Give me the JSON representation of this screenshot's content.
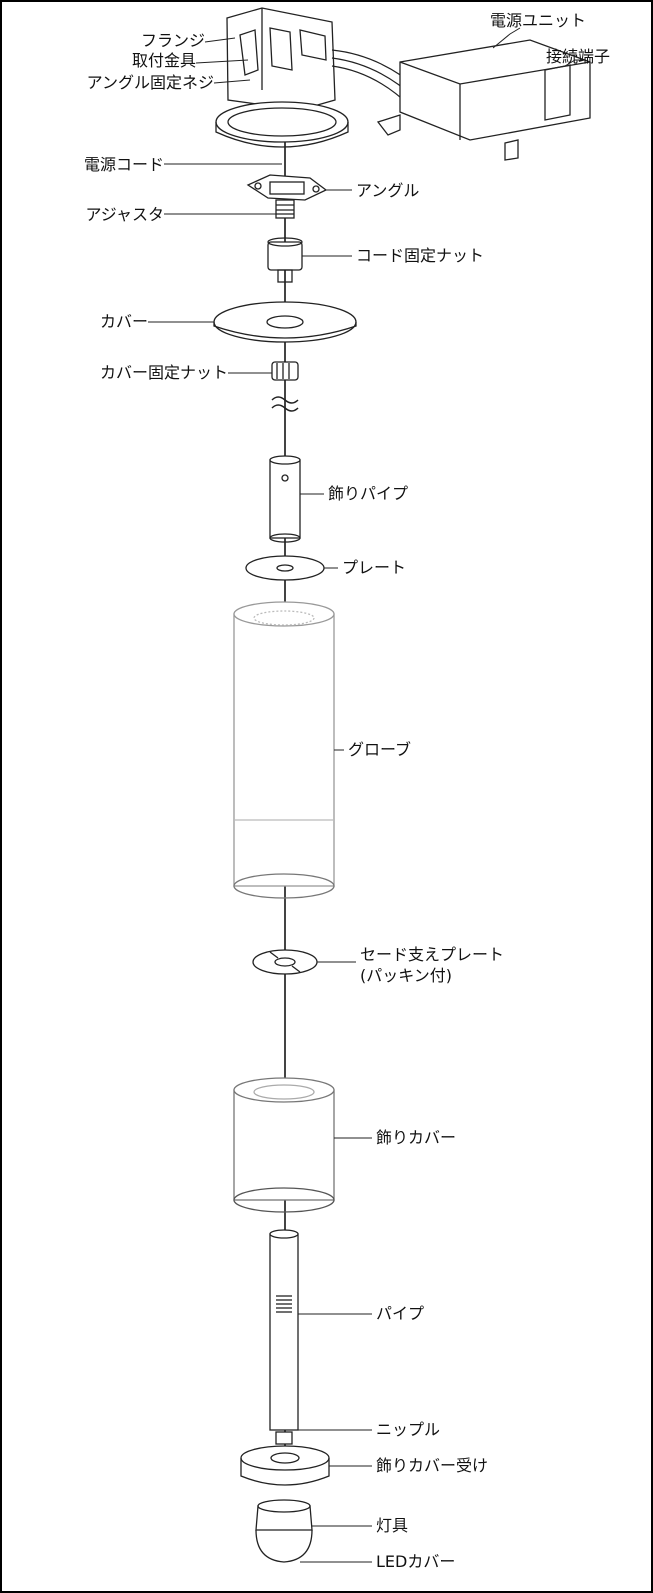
{
  "labels": {
    "flange": "フランジ",
    "bracket": "取付金具",
    "angle_screw": "アングル固定ネジ",
    "power_unit": "電源ユニット",
    "terminal": "接続端子",
    "power_cord": "電源コード",
    "angle": "アングル",
    "adjuster": "アジャスタ",
    "cord_nut": "コード固定ナット",
    "cover": "カバー",
    "cover_nut": "カバー固定ナット",
    "deco_pipe": "飾りパイプ",
    "plate": "プレート",
    "globe": "グローブ",
    "shade_plate_1": "セード支えプレート",
    "shade_plate_2": "(パッキン付)",
    "deco_cover": "飾りカバー",
    "pipe": "パイプ",
    "nipple": "ニップル",
    "deco_cover_holder": "飾りカバー受け",
    "fixture": "灯具",
    "led_cover": "LEDカバー"
  }
}
